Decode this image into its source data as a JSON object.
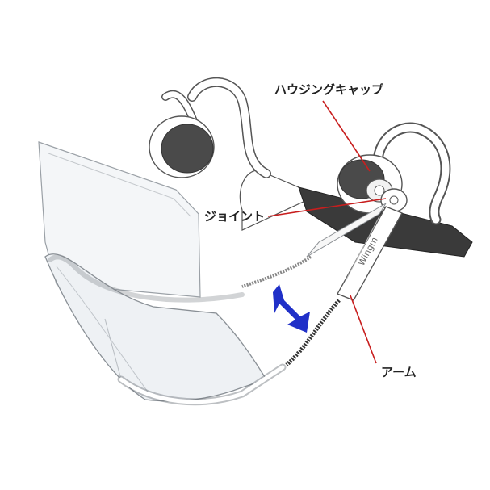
{
  "labels": {
    "housing_cap": "ハウジングキャップ",
    "joint": "ジョイント",
    "arm": "アーム"
  },
  "brand_text": "Wingm",
  "colors": {
    "leader": "#c81e1e",
    "arrow": "#2030c8",
    "ear_pad": "#4a4a4a",
    "band_dark": "#3a3a3a",
    "outline": "#555555"
  }
}
